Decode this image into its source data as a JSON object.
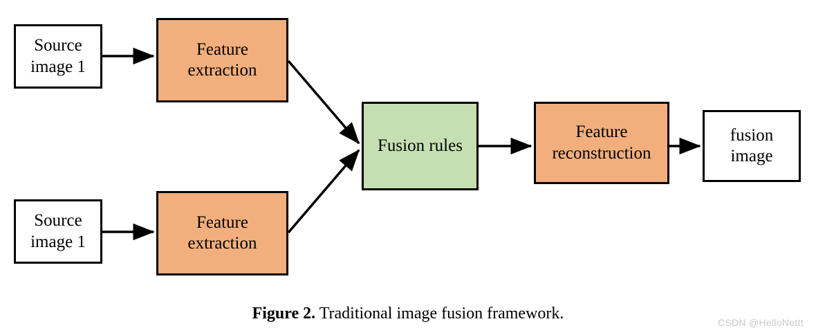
{
  "figure": {
    "caption_prefix": "Figure 2.",
    "caption_text": " Traditional image fusion framework.",
    "watermark": "CSDN @HelloNettt"
  },
  "colors": {
    "orange_fill": "#F2AF7D",
    "green_fill": "#C5DFB3",
    "white_fill": "#FFFFFF",
    "stroke": "#000000",
    "watermark_gray": "#C9C9C9"
  },
  "diagram": {
    "type": "flowchart",
    "nodes": [
      {
        "id": "source-1",
        "label": "Source\nimage 1",
        "fill": "white"
      },
      {
        "id": "extract-1",
        "label": "Feature\nextraction",
        "fill": "orange"
      },
      {
        "id": "source-2",
        "label": "Source\nimage 1",
        "fill": "white"
      },
      {
        "id": "extract-2",
        "label": "Feature\nextraction",
        "fill": "orange"
      },
      {
        "id": "fusion-rules",
        "label": "Fusion rules",
        "fill": "green"
      },
      {
        "id": "reconstruct",
        "label": "Feature\nreconstruction",
        "fill": "orange"
      },
      {
        "id": "fusion-image",
        "label": "fusion\nimage",
        "fill": "white"
      }
    ],
    "edges": [
      {
        "from": "source-1",
        "to": "extract-1",
        "style": "straight-arrow"
      },
      {
        "from": "source-2",
        "to": "extract-2",
        "style": "straight-arrow"
      },
      {
        "from": "extract-1",
        "to": "fusion-rules",
        "style": "diagonal-arrow"
      },
      {
        "from": "extract-2",
        "to": "fusion-rules",
        "style": "diagonal-arrow"
      },
      {
        "from": "fusion-rules",
        "to": "reconstruct",
        "style": "straight-arrow"
      },
      {
        "from": "reconstruct",
        "to": "fusion-image",
        "style": "straight-arrow"
      }
    ]
  }
}
